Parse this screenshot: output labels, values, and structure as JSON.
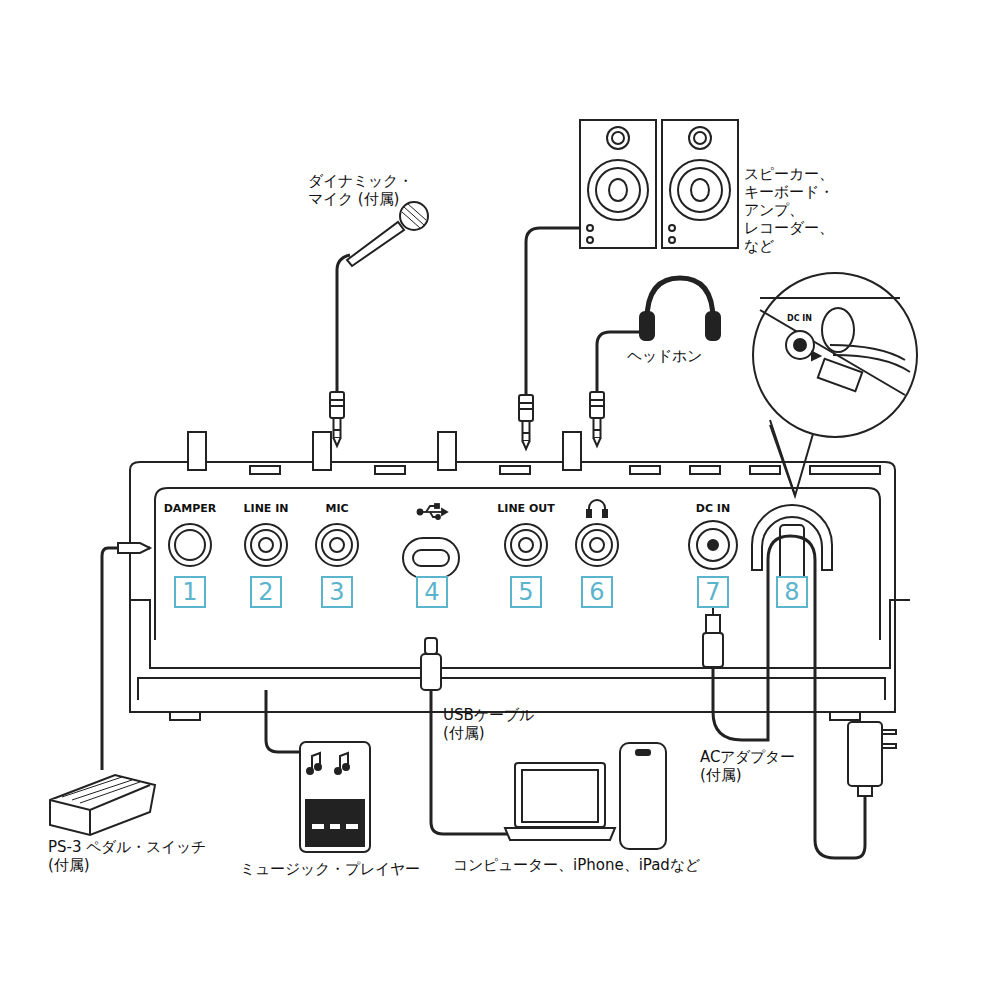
{
  "diagram": {
    "nodes": [
      {
        "text": [
          "1"
        ]
      },
      {
        "text": [
          "2"
        ]
      },
      {
        "text": [
          "3"
        ]
      },
      {
        "text": [
          "4"
        ]
      },
      {
        "text": [
          "5"
        ]
      },
      {
        "text": [
          "6"
        ]
      },
      {
        "text": [
          "7"
        ]
      },
      {
        "text": [
          "8"
        ]
      }
    ],
    "labels": [
      "ダイナミック・マイク (付属)",
      "スピーカー、 キーボード・アンプ、 レコーダー、 など",
      "ヘッドホン",
      "DC IN",
      "DAMPER",
      "LINE IN",
      "MIC",
      "LINE OUT",
      "DC IN",
      "USBケーブル (付属)",
      "ACアダプター (付属)",
      "PS-3 ペダル・スイッチ (付属)",
      "ミュージック・プレイヤー",
      "コンピューター、iPhone、iPadなど"
    ]
  }
}
